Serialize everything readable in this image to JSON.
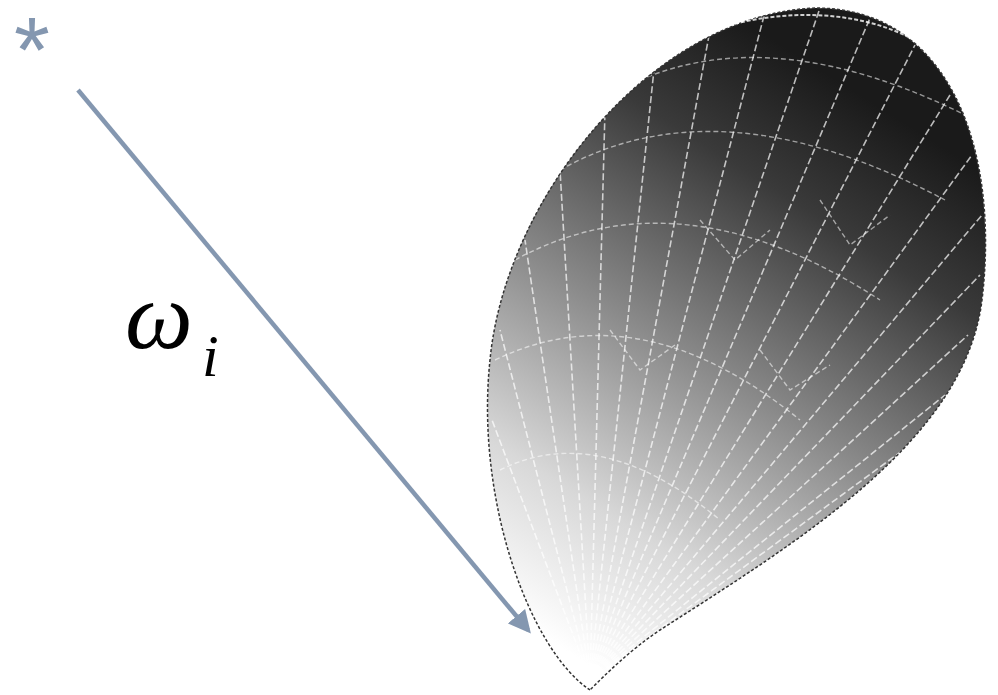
{
  "diagram": {
    "labels": [
      "*",
      "ω",
      "i"
    ]
  }
}
